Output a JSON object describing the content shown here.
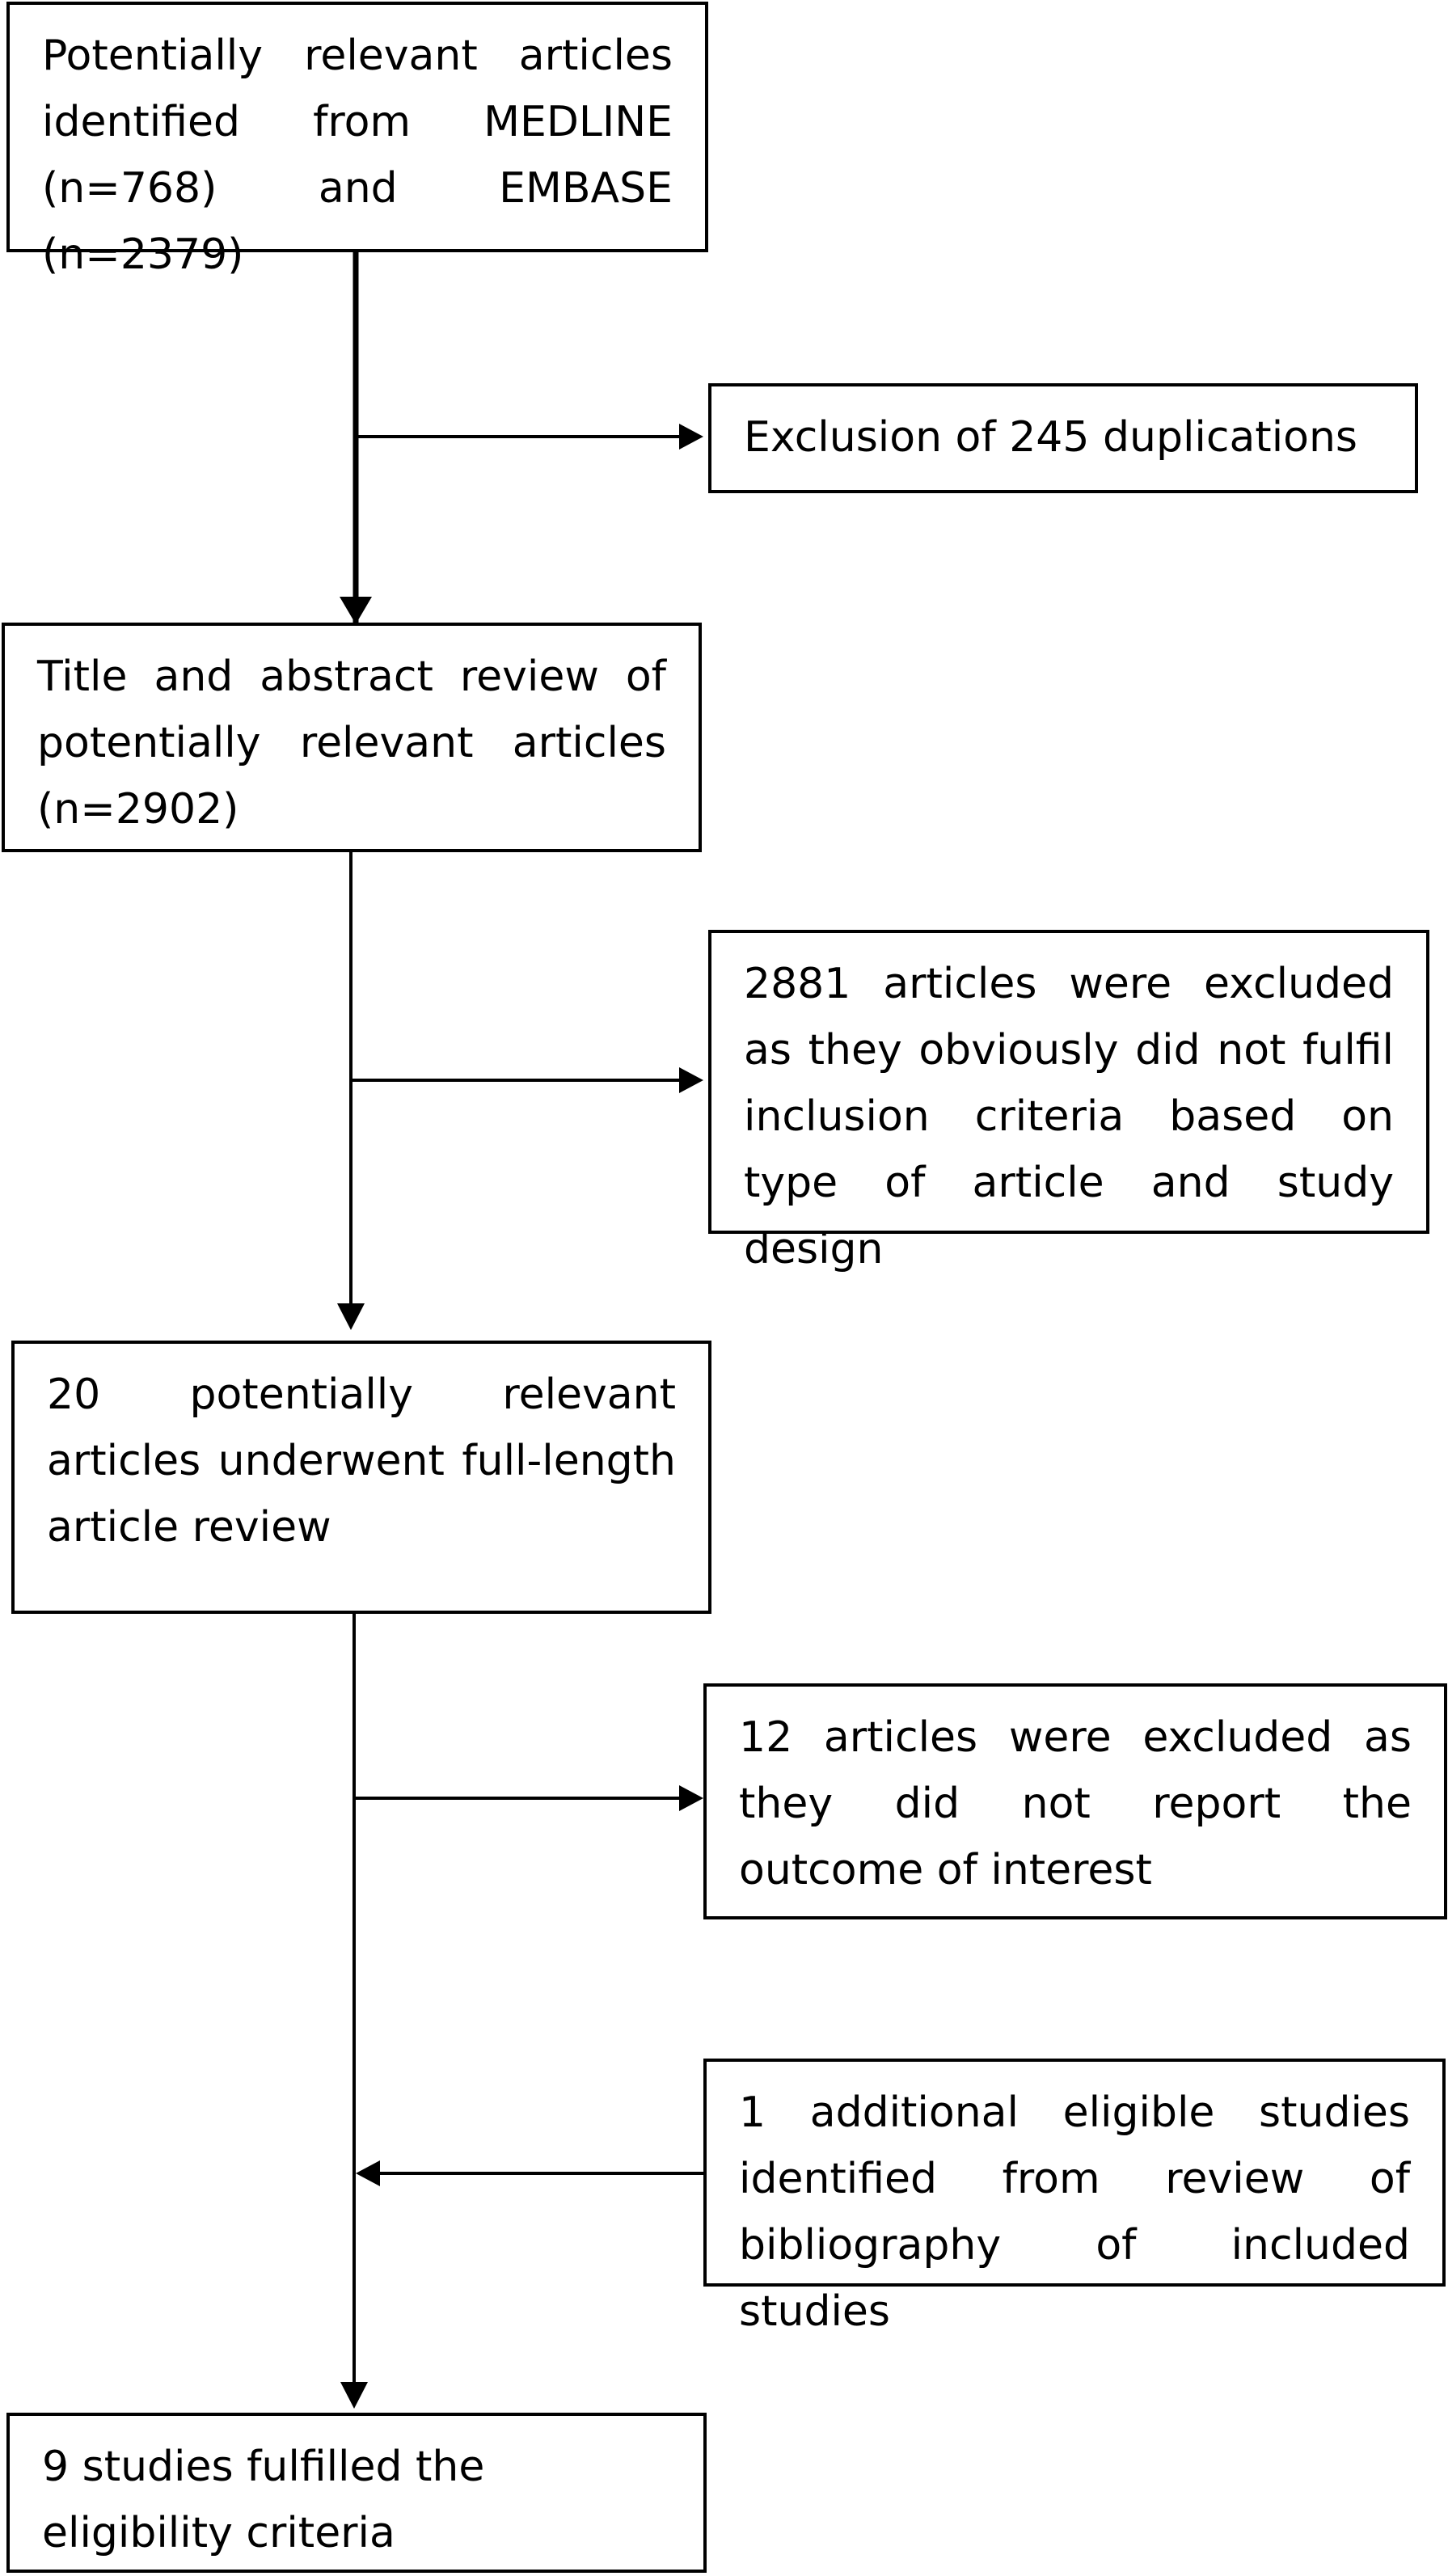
{
  "flow": {
    "identified": "Potentially relevant articles identified from MEDLINE (n=768) and EMBASE (n=2379)",
    "excluded_duplicates": "Exclusion of 245 duplications",
    "title_abstract_review": "Title and abstract review of potentially relevant articles (n=2902)",
    "excluded_type_design": "2881 articles were excluded as they obviously did not fulfil inclusion criteria based on type of article and study design",
    "full_length_review": "20 potentially relevant articles underwent full-length article review",
    "excluded_outcome": "12 articles were excluded as they did not report the outcome of interest",
    "additional_studies": "1 additional eligible studies identified from review of bibliography of included studies",
    "included": "9 studies fulfilled the eligibility criteria"
  },
  "colors": {
    "line": "#000000",
    "box_border": "#000000",
    "background": "#ffffff",
    "text": "#000000"
  }
}
